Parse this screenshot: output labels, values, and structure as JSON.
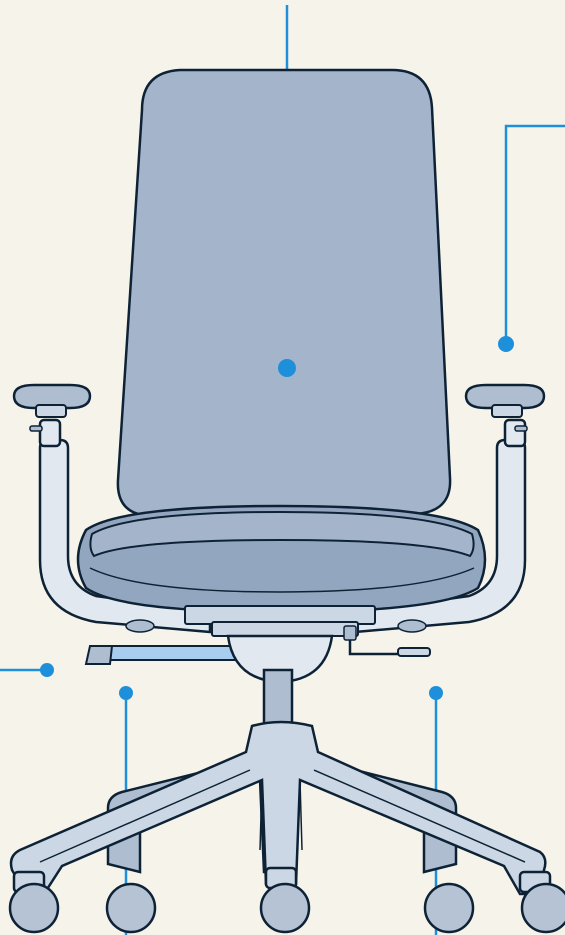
{
  "diagram": {
    "subject": "office-chair",
    "labels": [],
    "callouts": [
      {
        "id": "backrest",
        "points_to": "backrest"
      },
      {
        "id": "headrest-upper-back",
        "points_to": "upper-back-frame"
      },
      {
        "id": "tilt-lever",
        "points_to": "tilt-lever"
      },
      {
        "id": "base-left",
        "points_to": "five-star-base"
      },
      {
        "id": "base-right",
        "points_to": "five-star-base"
      }
    ]
  },
  "colors": {
    "background": "#F6F3EA",
    "outline": "#0E2236",
    "backrest": "#A4B5CB",
    "seat": "#A4B5CB",
    "seat_shadow": "#93A6BF",
    "frame": "#E1E8F0",
    "base": "#CBD7E4",
    "base_dark": "#AEBED0",
    "wheel": "#B6C3D5",
    "accent": "#1E90DB",
    "lever": "#A9CDEF"
  }
}
